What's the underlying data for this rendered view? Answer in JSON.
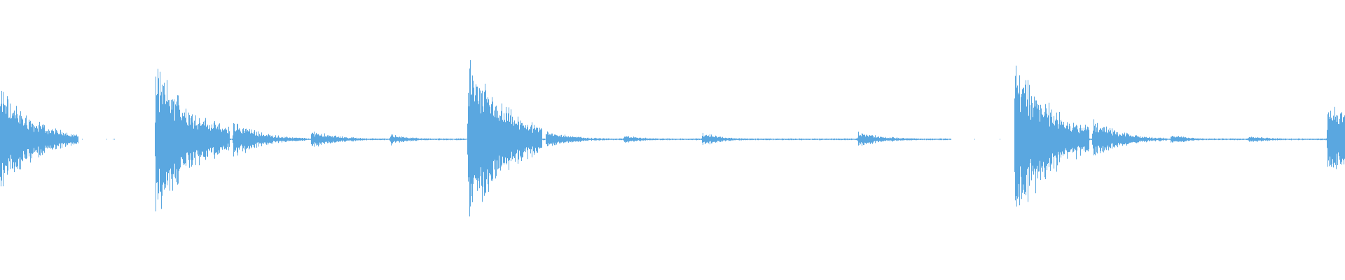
{
  "waveform": {
    "color": "#5aa7e0",
    "background": "#ffffff",
    "duration": 1.0,
    "events": [
      {
        "t": 0.0,
        "amp": 0.66,
        "decay": 0.025,
        "tail": 0.06
      },
      {
        "t": 0.1155,
        "amp": 0.92,
        "decay": 0.03,
        "tail": 0.055
      },
      {
        "t": 0.1735,
        "amp": 0.24,
        "decay": 0.02,
        "tail": 0.055
      },
      {
        "t": 0.2315,
        "amp": 0.11,
        "decay": 0.02,
        "tail": 0.055
      },
      {
        "t": 0.29,
        "amp": 0.07,
        "decay": 0.015,
        "tail": 0.055
      },
      {
        "t": 0.348,
        "amp": 0.98,
        "decay": 0.03,
        "tail": 0.055
      },
      {
        "t": 0.406,
        "amp": 0.11,
        "decay": 0.02,
        "tail": 0.055
      },
      {
        "t": 0.464,
        "amp": 0.05,
        "decay": 0.015,
        "tail": 0.055
      },
      {
        "t": 0.522,
        "amp": 0.09,
        "decay": 0.015,
        "tail": 0.055
      },
      {
        "t": 0.638,
        "amp": 0.09,
        "decay": 0.02,
        "tail": 0.05
      },
      {
        "t": 0.7545,
        "amp": 1.0,
        "decay": 0.03,
        "tail": 0.055
      },
      {
        "t": 0.8125,
        "amp": 0.25,
        "decay": 0.02,
        "tail": 0.055
      },
      {
        "t": 0.8705,
        "amp": 0.06,
        "decay": 0.015,
        "tail": 0.055
      },
      {
        "t": 0.9285,
        "amp": 0.05,
        "decay": 0.015,
        "tail": 0.055
      },
      {
        "t": 0.987,
        "amp": 0.55,
        "decay": 0.02,
        "tail": 0.013
      }
    ],
    "gaps": [
      [
        0.058,
        0.115
      ],
      [
        0.707,
        0.754
      ]
    ]
  }
}
